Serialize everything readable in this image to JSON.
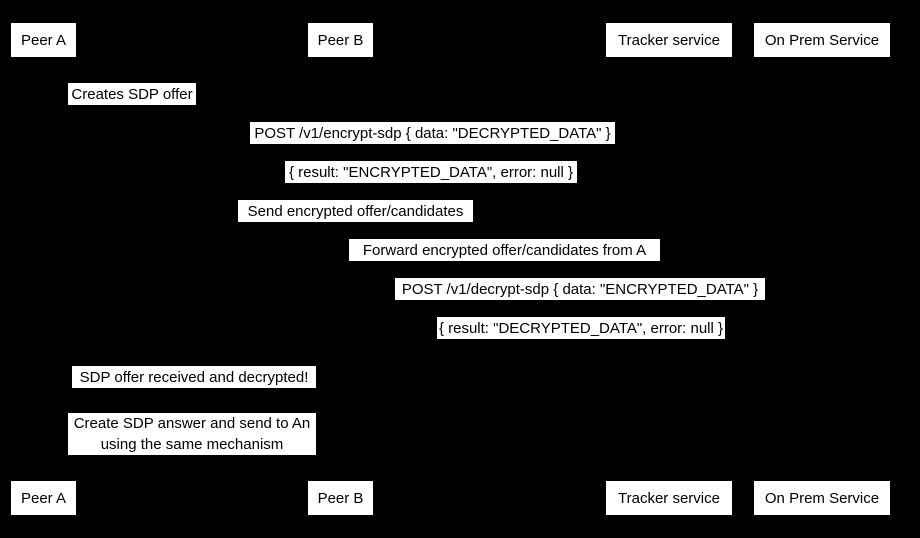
{
  "diagram": {
    "type": "sequence-diagram",
    "background_color": "#000000",
    "label_background_color": "#ffffff",
    "text_color": "#000000"
  },
  "participants_top": [
    {
      "name": "Peer A",
      "label": "Peer A"
    },
    {
      "name": "Peer B",
      "label": "Peer B"
    },
    {
      "name": "Tracker service",
      "label": "Tracker service"
    },
    {
      "name": "On Prem Service",
      "label": "On Prem Service"
    }
  ],
  "participants_bottom": [
    {
      "name": "Peer A",
      "label": "Peer A"
    },
    {
      "name": "Peer B",
      "label": "Peer B"
    },
    {
      "name": "Tracker service",
      "label": "Tracker service"
    },
    {
      "name": "On Prem Service",
      "label": "On Prem Service"
    }
  ],
  "messages": [
    {
      "label": "Creates SDP offer",
      "from": "Peer A",
      "to": "Peer A",
      "kind": "self"
    },
    {
      "label": "POST /v1/encrypt-sdp { data: \"DECRYPTED_DATA\" }",
      "from": "Peer A",
      "to": "On Prem Service",
      "kind": "call"
    },
    {
      "label": "{ result: \"ENCRYPTED_DATA\", error: null }",
      "from": "On Prem Service",
      "to": "Peer A",
      "kind": "return"
    },
    {
      "label": "Send encrypted offer/candidates",
      "from": "Peer A",
      "to": "Tracker service",
      "kind": "call"
    },
    {
      "label": "Forward encrypted offer/candidates from A",
      "from": "Tracker service",
      "to": "Peer B",
      "kind": "call"
    },
    {
      "label": "POST /v1/decrypt-sdp { data: \"ENCRYPTED_DATA\" }",
      "from": "Peer B",
      "to": "On Prem Service",
      "kind": "call"
    },
    {
      "label": "{ result: \"DECRYPTED_DATA\", error: null }",
      "from": "On Prem Service",
      "to": "Peer B",
      "kind": "return"
    },
    {
      "label": "SDP offer received and decrypted!",
      "from": "Peer B",
      "to": "Peer B",
      "kind": "self"
    }
  ],
  "note": {
    "line1": "Create SDP answer and send to An",
    "line2": "using the same mechanism",
    "attached_to": "Peer B"
  }
}
